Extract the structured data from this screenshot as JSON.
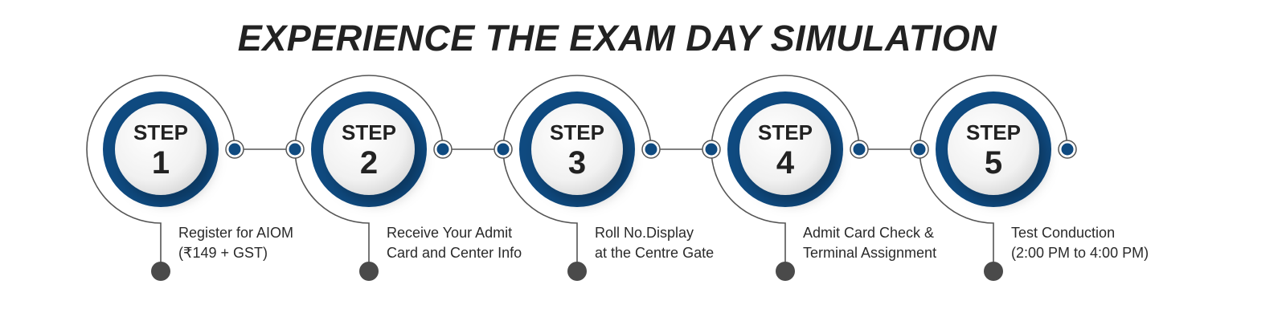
{
  "title": "EXPERIENCE THE EXAM DAY SIMULATION",
  "colors": {
    "ring": "#0f4a80",
    "line": "#555555",
    "dot": "#4a4a4a",
    "text": "#222222"
  },
  "steps": [
    {
      "label": "STEP",
      "number": "1",
      "lines": [
        "Register for AIOM",
        "(₹149 + GST)"
      ]
    },
    {
      "label": "STEP",
      "number": "2",
      "lines": [
        "Receive Your Admit",
        "Card and Center Info"
      ]
    },
    {
      "label": "STEP",
      "number": "3",
      "lines": [
        "Roll No.Display",
        "at the Centre Gate"
      ]
    },
    {
      "label": "STEP",
      "number": "4",
      "lines": [
        "Admit Card Check &",
        "Terminal Assignment"
      ]
    },
    {
      "label": "STEP",
      "number": "5",
      "lines": [
        "Test Conduction",
        "(2:00 PM to 4:00 PM)"
      ]
    }
  ]
}
